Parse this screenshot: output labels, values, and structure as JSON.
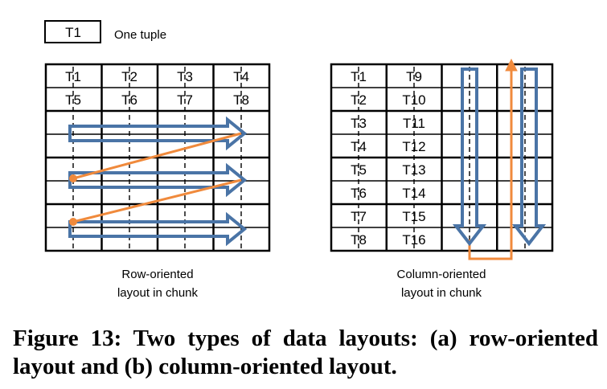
{
  "legend": {
    "box_label": "T1",
    "text": "One tuple"
  },
  "row_chunk": {
    "rows": [
      [
        "T1",
        "T2",
        "T3",
        "T4"
      ],
      [
        "T5",
        "T6",
        "T7",
        "T8"
      ]
    ],
    "label_line1": "Row-oriented",
    "label_line2": "layout in chunk"
  },
  "col_chunk": {
    "col1": [
      "T1",
      "T2",
      "T3",
      "T4",
      "T5",
      "T6",
      "T7",
      "T8"
    ],
    "col2": [
      "T9",
      "T10",
      "T11",
      "T12",
      "T13",
      "T14",
      "T15",
      "T16"
    ],
    "label_line1": "Column-oriented",
    "label_line2": "layout in chunk"
  },
  "caption": "Figure 13: Two types of data layouts: (a) row-oriented layout and (b) column-oriented layout.",
  "colors": {
    "blue": "#4a74a6",
    "orange": "#f08a3c",
    "grid": "#000000"
  }
}
